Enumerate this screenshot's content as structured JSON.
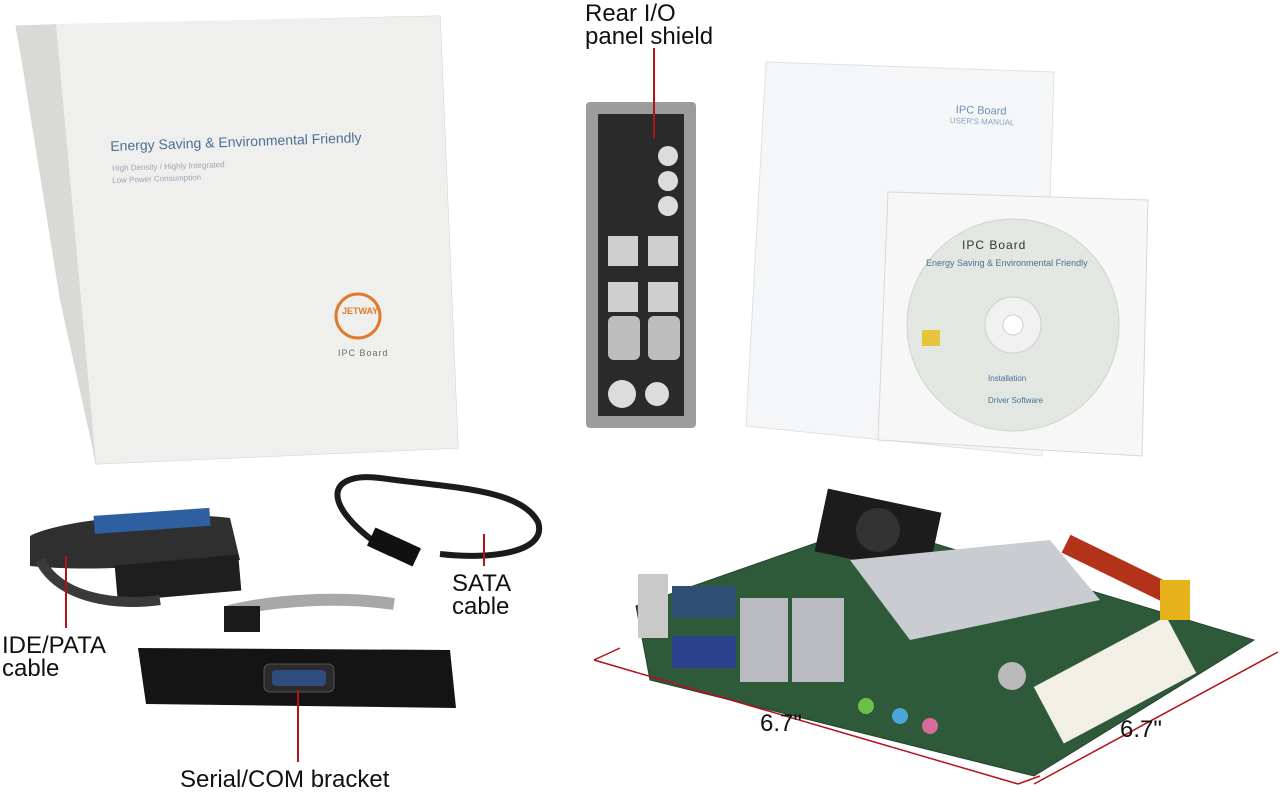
{
  "callouts": {
    "io_shield": "Rear I/O\npanel shield",
    "sata_cable": "SATA\ncable",
    "ide_cable": "IDE/PATA\ncable",
    "serial_bracket": "Serial/COM bracket"
  },
  "dimensions": {
    "width": "6.7\"",
    "depth": "6.7\""
  },
  "box": {
    "headline": "Energy Saving & Environmental Friendly",
    "subline_1": "High Density / Highly Integrated",
    "subline_2": "Low Power Consumption",
    "brand": "JETWAY",
    "product": "IPC Board"
  },
  "manual": {
    "title": "IPC Board",
    "subtitle": "USER'S MANUAL"
  },
  "cd": {
    "title": "IPC Board",
    "headline": "Energy Saving & Environmental Friendly",
    "line_1": "Installation",
    "line_2": "Driver Software"
  },
  "colors": {
    "box_face": "#efefee",
    "board_green": "#2f5a3a",
    "accent_red": "#b3121a"
  }
}
